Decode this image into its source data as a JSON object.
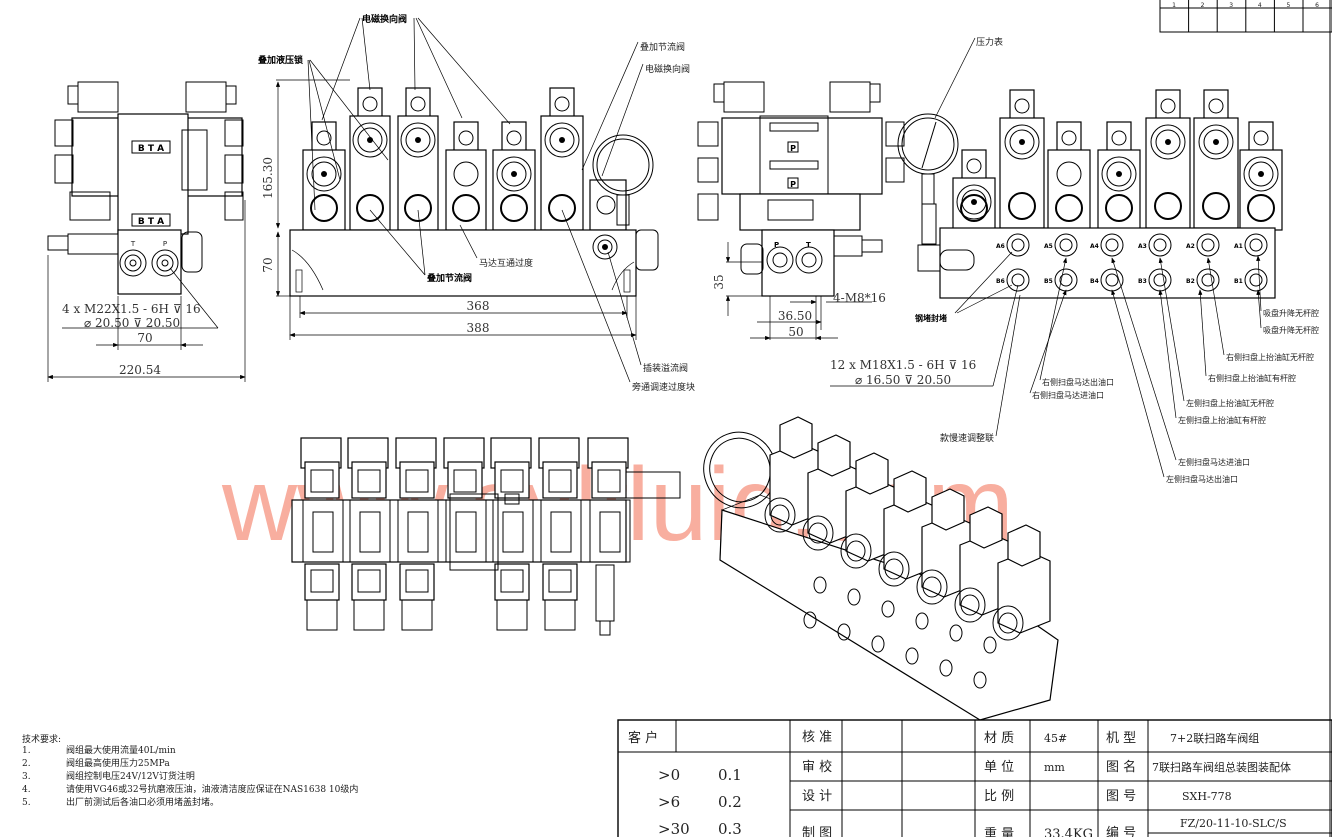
{
  "watermark": "www.sylfluid.com",
  "revision_table": {
    "numbers": [
      "1",
      "2",
      "3",
      "4",
      "5",
      "6"
    ]
  },
  "left_view": {
    "brand_label": "B T A",
    "port_t": "T",
    "port_p": "P",
    "thread_note": "4 x  M22X1.5 - 6H ⊽ 16",
    "bore_note": "⌀ 20.50 ⊽ 20.50",
    "dim_port_spacing": "70",
    "dim_overall_width": "220.54"
  },
  "front_view": {
    "label_solenoid_valve": "电磁换向阀",
    "label_hydraulic_lock": "叠加液压锁",
    "label_throttle_top": "叠加节流阀",
    "label_solenoid_right": "电磁换向阀",
    "label_motor_transition": "马达互通过度",
    "label_throttle_bottom": "叠加节流阀",
    "label_relief_valve": "插装溢流阀",
    "label_bypass_block": "旁通调速过度块",
    "dim_height": "165.30",
    "dim_base_height": "70",
    "dim_hole_spacing": "368",
    "dim_length": "388"
  },
  "side_view": {
    "port_p": "P",
    "port_t": "T",
    "dim_port_height": "35",
    "mount_note": "4-M8*16",
    "dim_offset": "36.50",
    "dim_width": "50",
    "valve_mark": "P"
  },
  "rear_view": {
    "label_pressure_gauge": "压力表",
    "label_steel_plug": "钢堵封堵",
    "thread_note": "12 x  M18X1.5 - 6H ⊽ 16",
    "bore_note": "⌀ 16.50 ⊽ 20.50",
    "label_slow_speed": "款慢速调整联",
    "ports_a": [
      "A6",
      "A5",
      "A4",
      "A3",
      "A2",
      "A1"
    ],
    "ports_b": [
      "B6",
      "B5",
      "B4",
      "B3",
      "B2",
      "B1"
    ],
    "port_callouts": [
      "吸盘升降无杆腔",
      "吸盘升降无杆腔",
      "右侧扫盘上抬油缸无杆腔",
      "右侧扫盘上抬油缸有杆腔",
      "右侧扫盘马达出油口",
      "右侧扫盘马达进油口",
      "左侧扫盘上抬油缸无杆腔",
      "左侧扫盘上抬油缸有杆腔",
      "左侧扫盘马达进油口",
      "左侧扫盘马达出油口"
    ]
  },
  "tech_requirements": {
    "title": "技术要求:",
    "items": [
      {
        "no": "1.",
        "text": "阀组最大使用流量40L/min"
      },
      {
        "no": "2.",
        "text": "阀组最高使用压力25MPa"
      },
      {
        "no": "3.",
        "text": "阀组控制电压24V/12V订货注明"
      },
      {
        "no": "4.",
        "text": "请使用VG46或32号抗磨液压油，油液清洁度应保证在NAS1638   10级内"
      },
      {
        "no": "5.",
        "text": "出厂前测试后各油口必须用堵盖封堵。"
      }
    ]
  },
  "title_block": {
    "customer_label": "客 户",
    "tolerances": [
      {
        "range": ">0",
        "value": "0.1"
      },
      {
        "range": ">6",
        "value": "0.2"
      },
      {
        "range": ">30",
        "value": "0.3"
      }
    ],
    "approve_label": "核 准",
    "review_label": "审 校",
    "design_label": "设 计",
    "draw_label": "制 图",
    "material_label": "材 质",
    "material_value": "45#",
    "unit_label": "单 位",
    "unit_value": "mm",
    "scale_label": "比 例",
    "weight_label": "重 量",
    "weight_value": "33.4KG",
    "model_label": "机 型",
    "model_value": "7+2联扫路车阀组",
    "drawing_name_label": "图 名",
    "drawing_name_value": "7联扫路车阀组总装图装配体",
    "drawing_no_label": "图 号",
    "drawing_no_value": "SXH-778",
    "code_label": "编 号",
    "code_value": "FZ/20-11-10-SLC/S"
  }
}
